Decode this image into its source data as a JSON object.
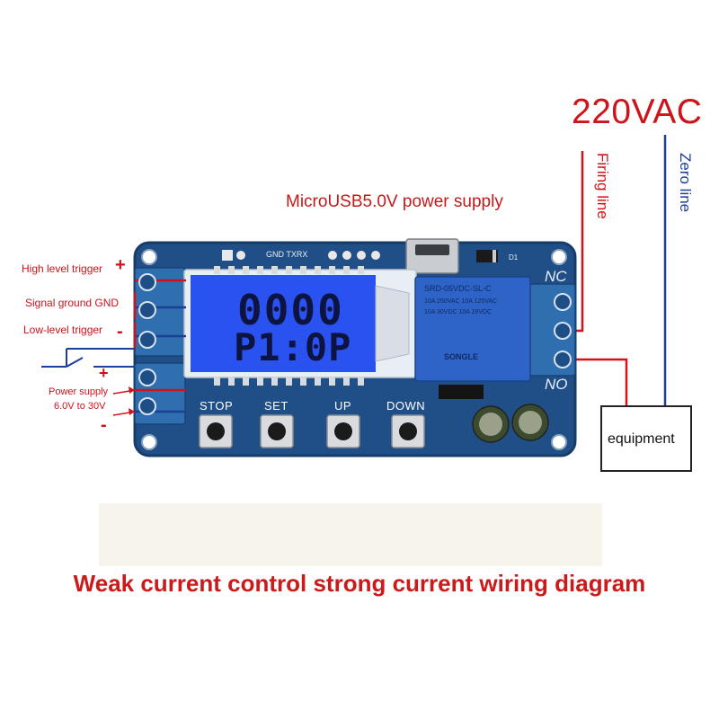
{
  "power_label": "220VAC",
  "usb_label": "MicroUSB5.0V power supply",
  "firing_line_label": "Firing line",
  "zero_line_label": "Zero line",
  "nc_label": "NC",
  "no_label": "NO",
  "equipment_label": "equipment",
  "caption": "Weak current control strong current wiring diagram",
  "left_labels": {
    "high_trigger": "High level trigger",
    "signal_gnd": "Signal ground GND",
    "low_trigger": "Low-level trigger",
    "power_supply": "Power supply",
    "voltage_range": "6.0V to 30V",
    "plus": "+",
    "minus": "-"
  },
  "board": {
    "header_label": "GND TXRX",
    "diode_label": "D1",
    "buttons": [
      "STOP",
      "SET",
      "UP",
      "DOWN"
    ],
    "lcd_line1": "0000",
    "lcd_line2": "P1:0P",
    "relay_lines": [
      "SRD-05VDC-SL-C",
      "10A 250VAC 10A 125VAC",
      "10A 30VDC 10A 28VDC",
      "SONGLE"
    ]
  },
  "colors": {
    "accent_red": "#d0121b",
    "wire_blue": "#1c3f9a",
    "pcb_blue": "#1f4f86",
    "lcd_blue": "#2a52f0"
  }
}
